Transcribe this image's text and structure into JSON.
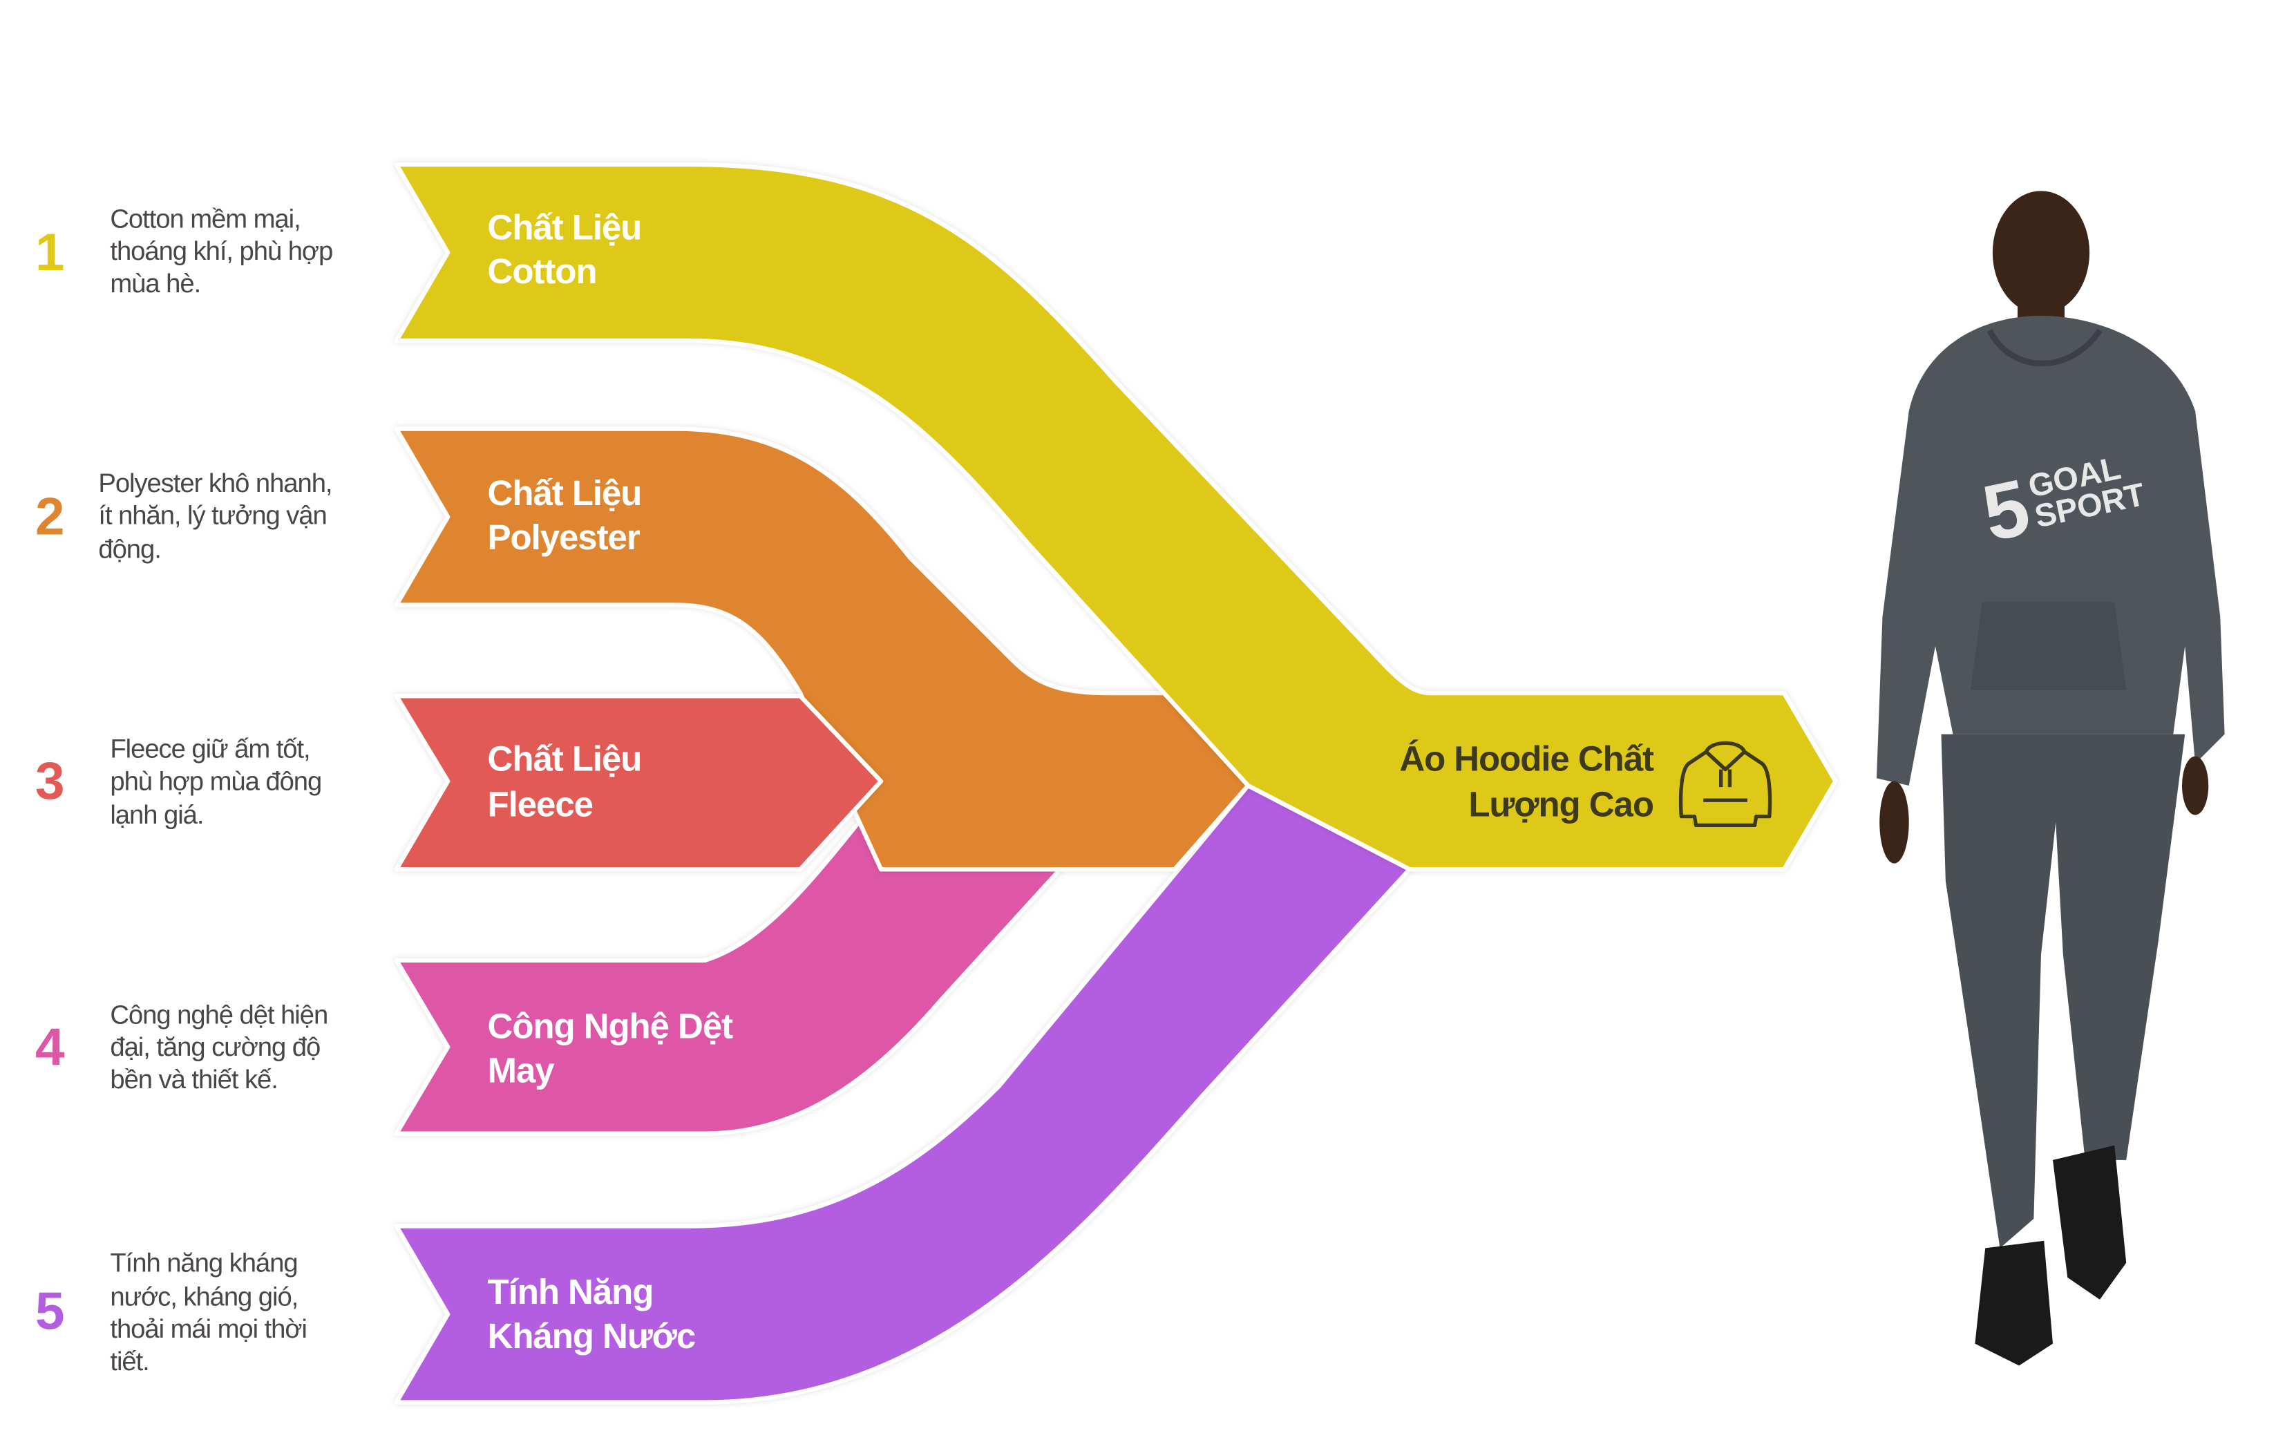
{
  "colors": {
    "cotton": "#DFC918",
    "polyester": "#E0852F",
    "fleece": "#E25A55",
    "textile": "#DE57A6",
    "waterproof": "#B35EE0",
    "hoodie": "#50555c"
  },
  "items": [
    {
      "number": "1",
      "label": [
        "Chất Liệu",
        "Cotton"
      ],
      "description": [
        "Cotton mềm mại,",
        "thoáng khí, phù hợp",
        "mùa hè."
      ]
    },
    {
      "number": "2",
      "label": [
        "Chất Liệu",
        "Polyester"
      ],
      "description": [
        "Polyester khô nhanh,",
        "ít nhăn, lý tưởng vận",
        "động."
      ]
    },
    {
      "number": "3",
      "label": [
        "Chất Liệu",
        "Fleece"
      ],
      "description": [
        "Fleece giữ ấm tốt,",
        "phù hợp mùa đông",
        "lạnh giá."
      ]
    },
    {
      "number": "4",
      "label": [
        "Công Nghệ Dệt",
        "May"
      ],
      "description": [
        "Công nghệ dệt hiện",
        "đại, tăng cường độ",
        "bền và thiết kế."
      ]
    },
    {
      "number": "5",
      "label": [
        "Tính Năng",
        "Kháng Nước"
      ],
      "description": [
        "Tính năng kháng",
        "nước, kháng gió,",
        "thoải mái mọi thời",
        "tiết."
      ]
    }
  ],
  "output": {
    "label": [
      "Áo Hoodie Chất",
      "Lượng Cao"
    ],
    "icon": "hoodie-icon"
  },
  "model_logo": {
    "mark": "5",
    "text": [
      "GOAL",
      "SPORT"
    ]
  }
}
